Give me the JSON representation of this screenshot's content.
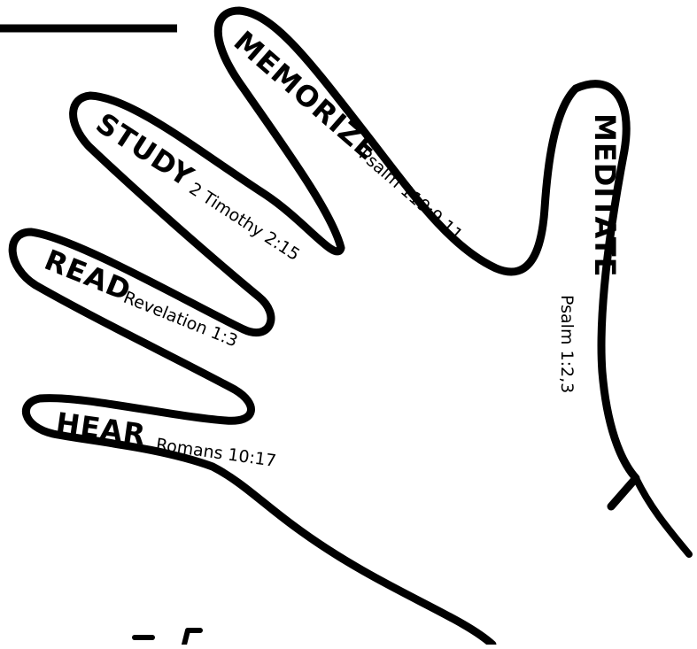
{
  "fingers": {
    "hear": {
      "word": "HEAR",
      "ref": "Romans 10:17"
    },
    "read": {
      "word": "READ",
      "ref": "Revelation 1:3"
    },
    "study": {
      "word": "STUDY",
      "ref": "2 Timothy 2:15"
    },
    "memorize": {
      "word": "MEMORIZE",
      "ref": "Psalm 119:9,11"
    },
    "meditate": {
      "word": "MEDITATE",
      "ref": "Psalm 1:2,3"
    }
  },
  "colors": {
    "ink": "#000000",
    "paper": "#ffffff"
  }
}
